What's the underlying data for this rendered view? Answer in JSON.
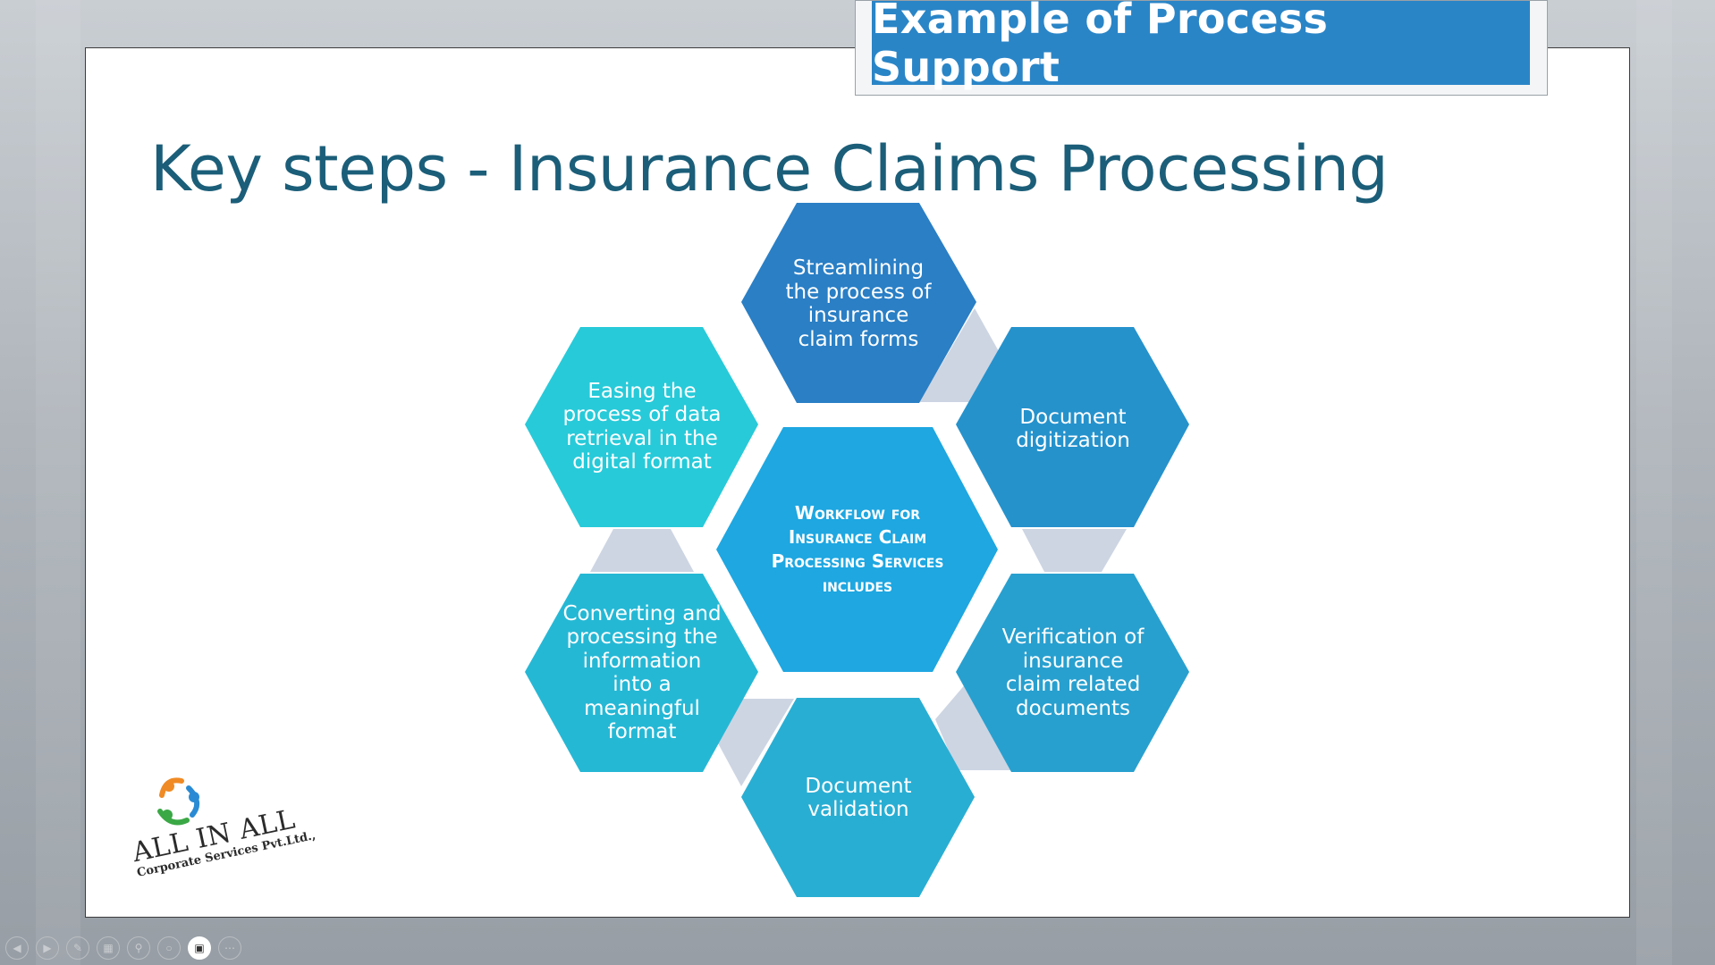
{
  "banner": {
    "title": "Example of Process Support"
  },
  "slide": {
    "title": "Key steps - Insurance Claims Processing"
  },
  "diagram": {
    "center": {
      "label": "Workflow for Insurance Claim Processing Services includes"
    },
    "steps": [
      {
        "label": "Streamlining the process of insurance claim forms",
        "color": "#2a7fc5"
      },
      {
        "label": "Document digitization",
        "color": "#2592cc"
      },
      {
        "label": "Verification of insurance claim related documents",
        "color": "#28a0cf"
      },
      {
        "label": "Document validation",
        "color": "#29aed3"
      },
      {
        "label": "Converting and processing the information into a meaningful format",
        "color": "#25b8d5"
      },
      {
        "label": "Easing the process of data retrieval in the digital format",
        "color": "#27cad9"
      }
    ],
    "center_color": "#1ea7e1",
    "connector_color": "#cdd5e3"
  },
  "logo": {
    "name": "ALL IN ALL",
    "tagline": "Corporate Services Pvt.Ltd.,"
  },
  "toolbar": {
    "buttons": [
      "previous-icon",
      "next-icon",
      "pen-icon",
      "slides-icon",
      "zoom-icon",
      "subtitles-icon",
      "camera-icon",
      "more-icon"
    ]
  }
}
